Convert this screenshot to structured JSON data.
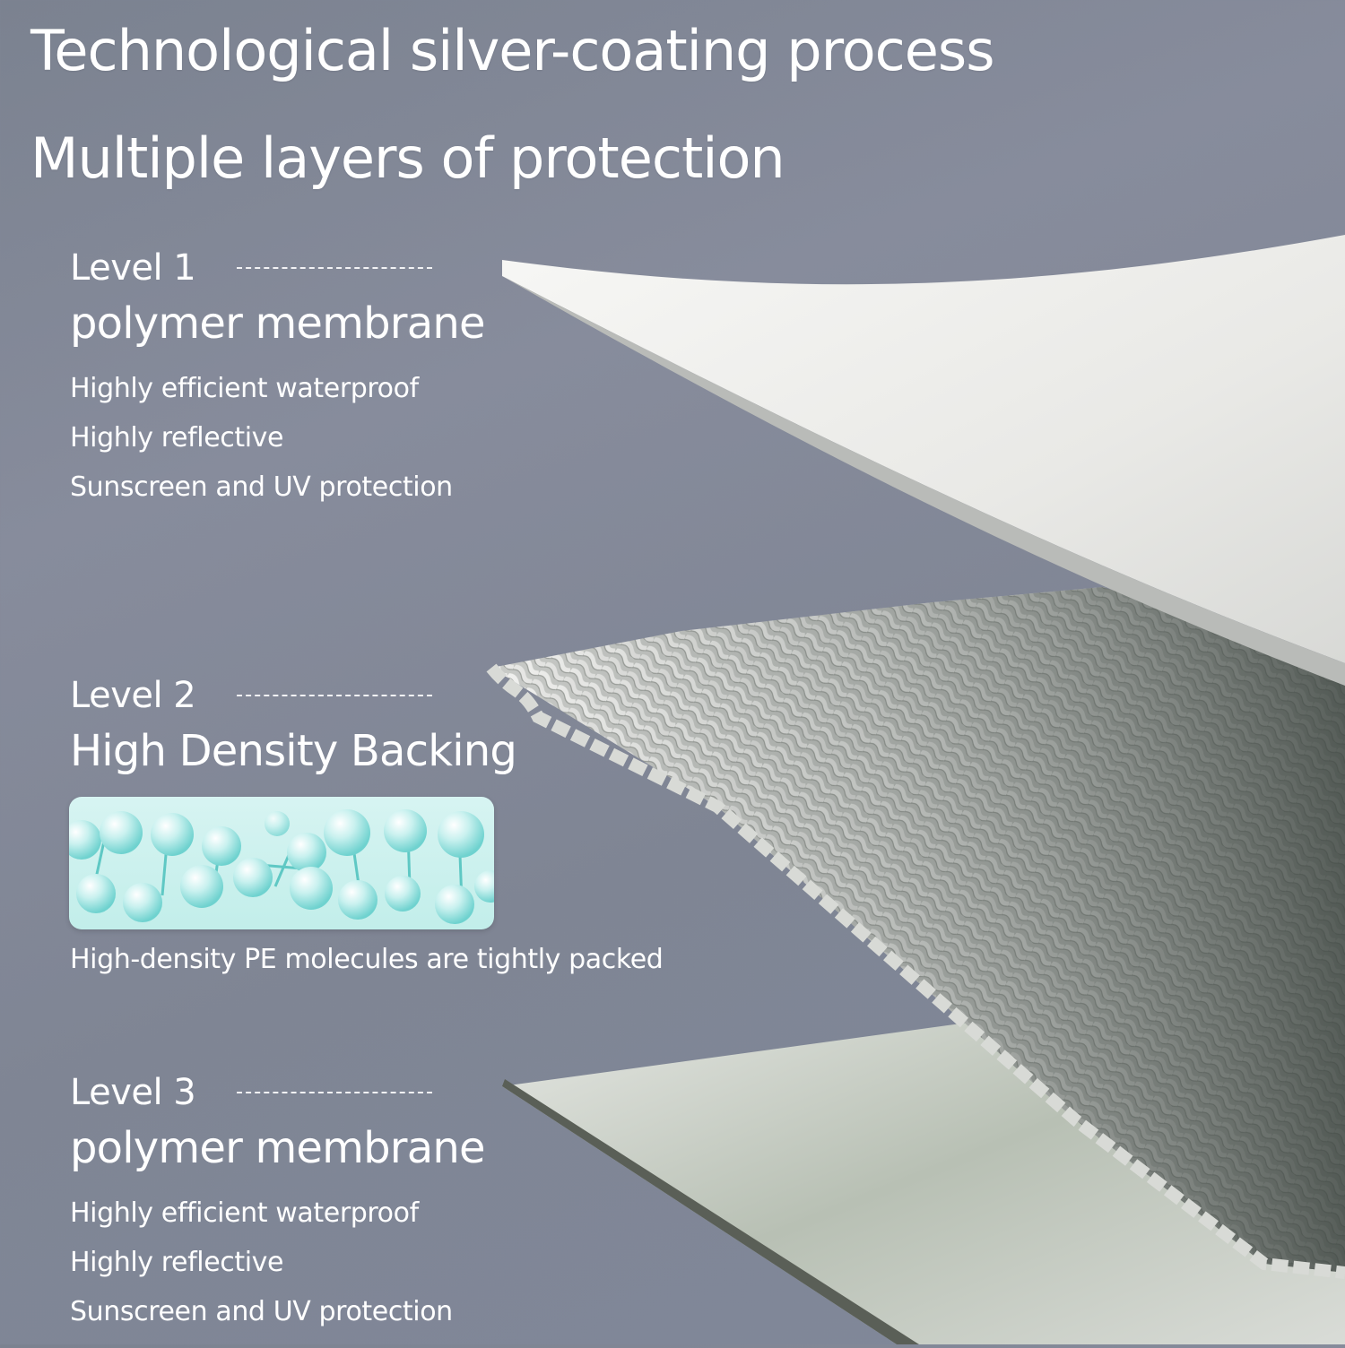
{
  "headline": {
    "line1": "Technological silver-coating process",
    "line2": "Multiple layers of protection"
  },
  "levels": [
    {
      "label": "Level 1",
      "title": "polymer membrane",
      "features": [
        "Highly efficient waterproof",
        "Highly reflective",
        "Sunscreen and UV protection"
      ]
    },
    {
      "label": "Level 2",
      "title": "High Density Backing",
      "caption": "High-density PE molecules are tightly packed"
    },
    {
      "label": "Level 3",
      "title": "polymer membrane",
      "features": [
        "Highly efficient waterproof",
        "Highly reflective",
        "Sunscreen and UV protection"
      ]
    }
  ],
  "colors": {
    "background": "#80879a",
    "text": "#ffffff",
    "molecule": "#8fe0de"
  },
  "icons": {
    "layer1": "white-sheet-illustration",
    "layer2": "woven-mesh-illustration",
    "layer3": "silver-sheet-illustration",
    "molecules": "molecule-chain-illustration"
  }
}
